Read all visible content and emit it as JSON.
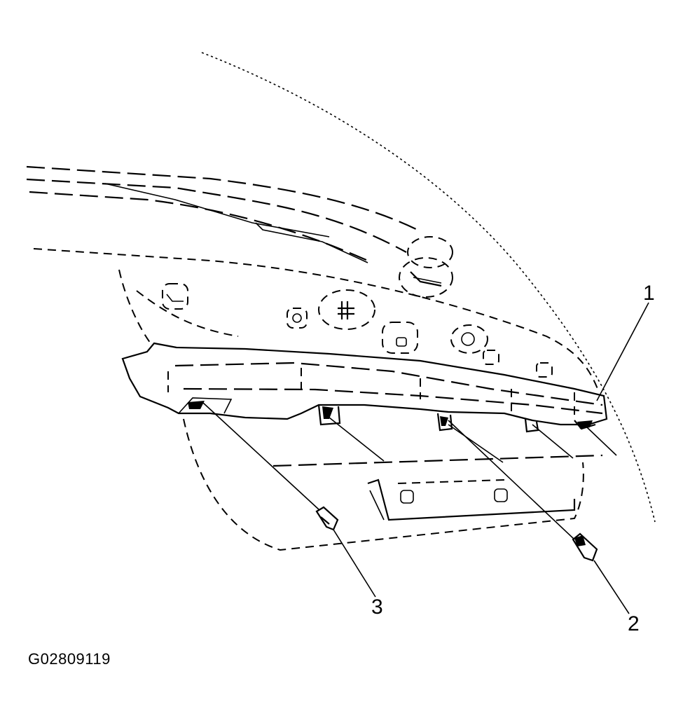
{
  "figure": {
    "code": "G02809119"
  },
  "callouts": [
    {
      "id": "1",
      "label": "1"
    },
    {
      "id": "2",
      "label": "2"
    },
    {
      "id": "3",
      "label": "3"
    }
  ],
  "colors": {
    "line": "#000000",
    "background": "#ffffff"
  }
}
